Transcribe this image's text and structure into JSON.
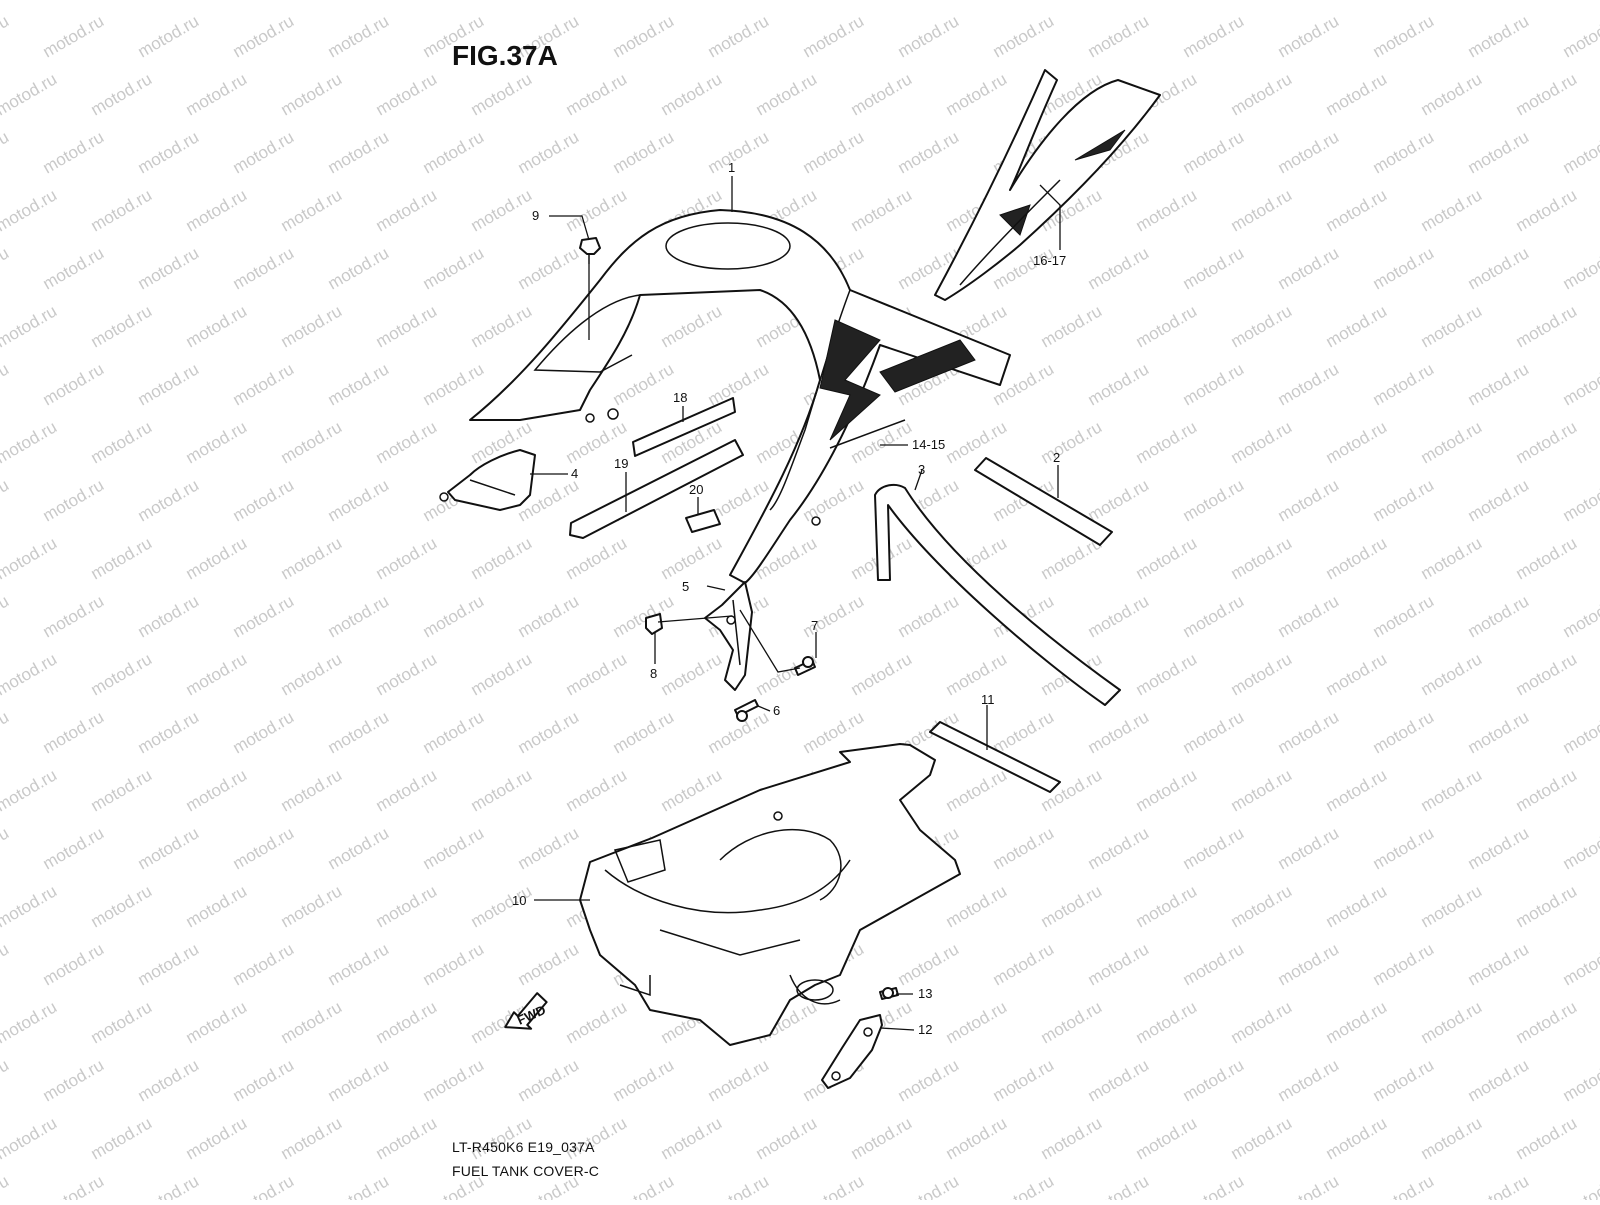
{
  "figure": {
    "title": "FIG.37A",
    "watermark_text": "motod.ru",
    "model_code": "LT-R450K6 E19_037A",
    "section_name": "FUEL TANK COVER-C",
    "fwd_label": "FWD"
  },
  "callouts": {
    "c1": "1",
    "c2": "2",
    "c3": "3",
    "c4": "4",
    "c5": "5",
    "c6": "6",
    "c7": "7",
    "c8": "8",
    "c9": "9",
    "c10": "10",
    "c11": "11",
    "c12": "12",
    "c13": "13",
    "c14_15": "14-15",
    "c16_17": "16-17",
    "c18": "18",
    "c19": "19",
    "c20": "20"
  },
  "colors": {
    "line": "#111111",
    "background": "#ffffff",
    "watermark": "#c9c9c9"
  }
}
